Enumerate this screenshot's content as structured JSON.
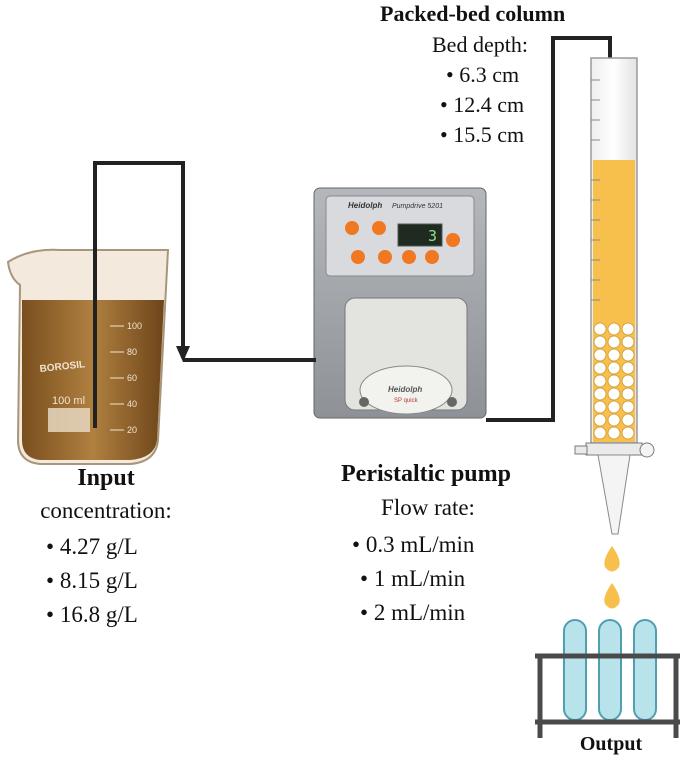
{
  "column": {
    "title": "Packed-bed column",
    "param_label": "Bed depth:",
    "values": [
      "6.3 cm",
      "12.4 cm",
      "15.5 cm"
    ]
  },
  "input": {
    "title": "Input",
    "param_label": "concentration:",
    "values": [
      "4.27 g/L",
      "8.15 g/L",
      "16.8 g/L"
    ]
  },
  "pump": {
    "title": "Peristaltic pump",
    "param_label": "Flow rate:",
    "values": [
      "0.3 mL/min",
      "1 mL/min",
      "2 mL/min"
    ],
    "brand": "Heidolph",
    "model": "Pumpdrive 5201",
    "display": "3",
    "head_model": "SP quick"
  },
  "beaker": {
    "brand": "BOROSIL",
    "volume_mark": "100 ml",
    "scale": [
      "100",
      "80",
      "60",
      "40",
      "20"
    ]
  },
  "output": {
    "title": "Output"
  },
  "colors": {
    "tube": "#222222",
    "liquid": "#f7c04d",
    "beads": "#ffffff",
    "test_tube_liquid": "#b8e3ea",
    "beaker_liquid": "#9a6a2c",
    "pump_body": "#c9ccd0"
  }
}
